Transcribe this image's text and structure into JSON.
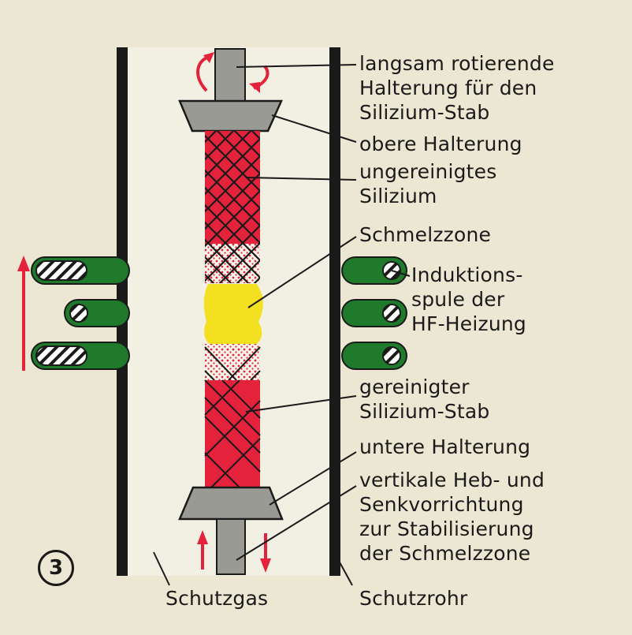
{
  "figure_number": "3",
  "labels": {
    "holder_top_rotating": "langsam rotierende\nHalterung für den\nSilizium-Stab",
    "upper_holder": "obere Halterung",
    "impure_silicon": "ungereinigtes\nSilizium",
    "melt_zone": "Schmelzzone",
    "induction_coil": "Induktions-\nspule der\nHF-Heizung",
    "purified_rod": "gereinigter\nSilizium-Stab",
    "lower_holder": "untere Halterung",
    "lift_device": "vertikale Heb- und\nSenkvorrichtung\nzur Stabilisierung\nder Schmelzzone",
    "protective_gas": "Schutzgas",
    "protective_tube": "Schutzrohr"
  },
  "colors": {
    "background": "#ece7d3",
    "silicon_red": "#e5223b",
    "melt_yellow": "#f3e021",
    "coil_green": "#1f7a2c",
    "holder_gray": "#9a9a94",
    "arrow_red": "#e5223b",
    "outline": "#1a1a1a"
  }
}
